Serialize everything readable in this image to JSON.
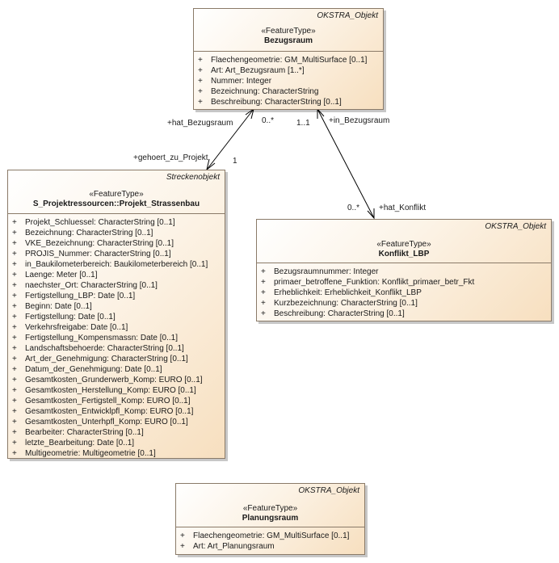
{
  "classes": {
    "bezugsraum": {
      "parent": "OKSTRA_Objekt",
      "stereotype": "«FeatureType»",
      "name": "Bezugsraum",
      "attributes": [
        "Flaechengeometrie: GM_MultiSurface [0..1]",
        "Art: Art_Bezugsraum [1..*]",
        "Nummer: Integer",
        "Bezeichnung: CharacterString",
        "Beschreibung: CharacterString [0..1]"
      ]
    },
    "projekt": {
      "parent": "Streckenobjekt",
      "stereotype": "«FeatureType»",
      "name": "S_Projektressourcen::Projekt_Strassenbau",
      "attributes": [
        "Projekt_Schluessel: CharacterString [0..1]",
        "Bezeichnung: CharacterString [0..1]",
        "VKE_Bezeichnung: CharacterString [0..1]",
        "PROJIS_Nummer: CharacterString [0..1]",
        "in_Baukilometerbereich: Baukilometerbereich [0..1]",
        "Laenge: Meter [0..1]",
        "naechster_Ort: CharacterString [0..1]",
        "Fertigstellung_LBP: Date [0..1]",
        "Beginn: Date [0..1]",
        "Fertigstellung: Date [0..1]",
        "Verkehrsfreigabe: Date [0..1]",
        "Fertigstellung_Kompensmassn: Date [0..1]",
        "Landschaftsbehoerde: CharacterString [0..1]",
        "Art_der_Genehmigung: CharacterString [0..1]",
        "Datum_der_Genehmigung: Date [0..1]",
        "Gesamtkosten_Grunderwerb_Komp: EURO [0..1]",
        "Gesamtkosten_Herstellung_Komp: EURO [0..1]",
        "Gesamtkosten_Fertigstell_Komp: EURO [0..1]",
        "Gesamtkosten_Entwicklpfl_Komp: EURO [0..1]",
        "Gesamtkosten_Unterhpfl_Komp: EURO [0..1]",
        "Bearbeiter: CharacterString [0..1]",
        "letzte_Bearbeitung: Date [0..1]",
        "Multigeometrie: Multigeometrie [0..1]"
      ]
    },
    "konflikt": {
      "parent": "OKSTRA_Objekt",
      "stereotype": "«FeatureType»",
      "name": "Konflikt_LBP",
      "attributes": [
        "Bezugsraumnummer: Integer",
        "primaer_betroffene_Funktion: Konflikt_primaer_betr_Fkt",
        "Erheblichkeit: Erheblichkeit_Konflikt_LBP",
        "Kurzbezeichnung: CharacterString [0..1]",
        "Beschreibung: CharacterString [0..1]"
      ]
    },
    "planungsraum": {
      "parent": "OKSTRA_Objekt",
      "stereotype": "«FeatureType»",
      "name": "Planungsraum",
      "attributes": [
        "Flaechengeometrie: GM_MultiSurface [0..1]",
        "Art: Art_Planungsraum"
      ]
    }
  },
  "visibility_marker": "+",
  "associations": {
    "projekt_bezugsraum": {
      "role_at_bezugsraum": "+hat_Bezugsraum",
      "mult_at_bezugsraum": "0..*",
      "role_at_projekt": "+gehoert_zu_Projekt",
      "mult_at_projekt": "1"
    },
    "konflikt_bezugsraum": {
      "role_at_bezugsraum": "+in_Bezugsraum",
      "mult_at_bezugsraum": "1..1",
      "role_at_konflikt": "+hat_Konflikt",
      "mult_at_konflikt": "0..*"
    }
  },
  "colors": {
    "border": "#8a7a68",
    "fill_light": "#ffffff",
    "fill_dark": "#f7dfbf"
  }
}
